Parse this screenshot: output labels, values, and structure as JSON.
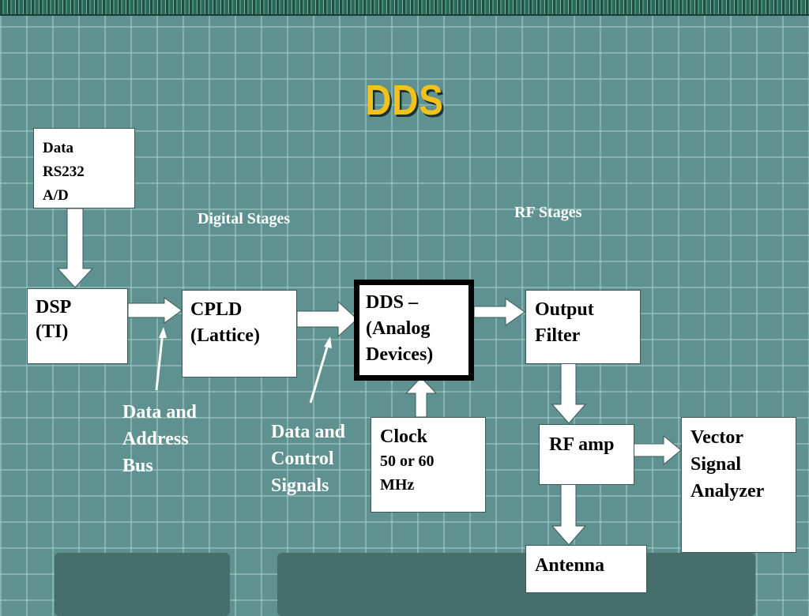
{
  "title": "DDS",
  "blocks": {
    "data_source": "Data\nRS232\nA/D",
    "dsp": "DSP\n(TI)",
    "cpld": "CPLD\n(Lattice)",
    "dds": "DDS –\n(Analog\nDevices)",
    "output_filter": "Output\nFilter",
    "clock_title": "Clock",
    "clock_freq": "50 or 60\nMHz",
    "rf_amp": "RF amp",
    "vector_analyzer": "Vector\nSignal\nAnalyzer",
    "antenna": "Antenna"
  },
  "section_labels": {
    "digital": "Digital Stages",
    "rf": "RF Stages"
  },
  "annotations": {
    "address_bus": "Data and\nAddress\nBus",
    "control_signals": "Data and\nControl\nSignals"
  }
}
